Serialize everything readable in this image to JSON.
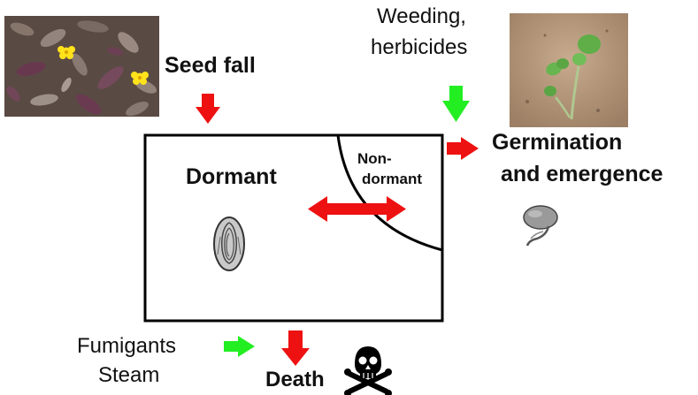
{
  "labels": {
    "seed_fall": "Seed fall",
    "weeding": "Weeding,",
    "herbicides": "herbicides",
    "germination": "Germination",
    "emergence": "and emergence",
    "dormant": "Dormant",
    "non": "Non-",
    "dormant_small": "dormant",
    "fumigants": "Fumigants",
    "steam": "Steam",
    "death": "Death"
  },
  "colors": {
    "red_arrow": "#ee1111",
    "green_arrow": "#22ee22",
    "box_border": "#000000",
    "text": "#111111"
  },
  "icons": {
    "skull": "skull-and-crossbones-icon",
    "seed": "dormant-seed-icon",
    "germinating_seed": "germinating-seed-icon"
  },
  "images": {
    "flowers": "yellow-flowered-weed-photo",
    "seedling": "seedling-emerging-from-soil-photo"
  }
}
